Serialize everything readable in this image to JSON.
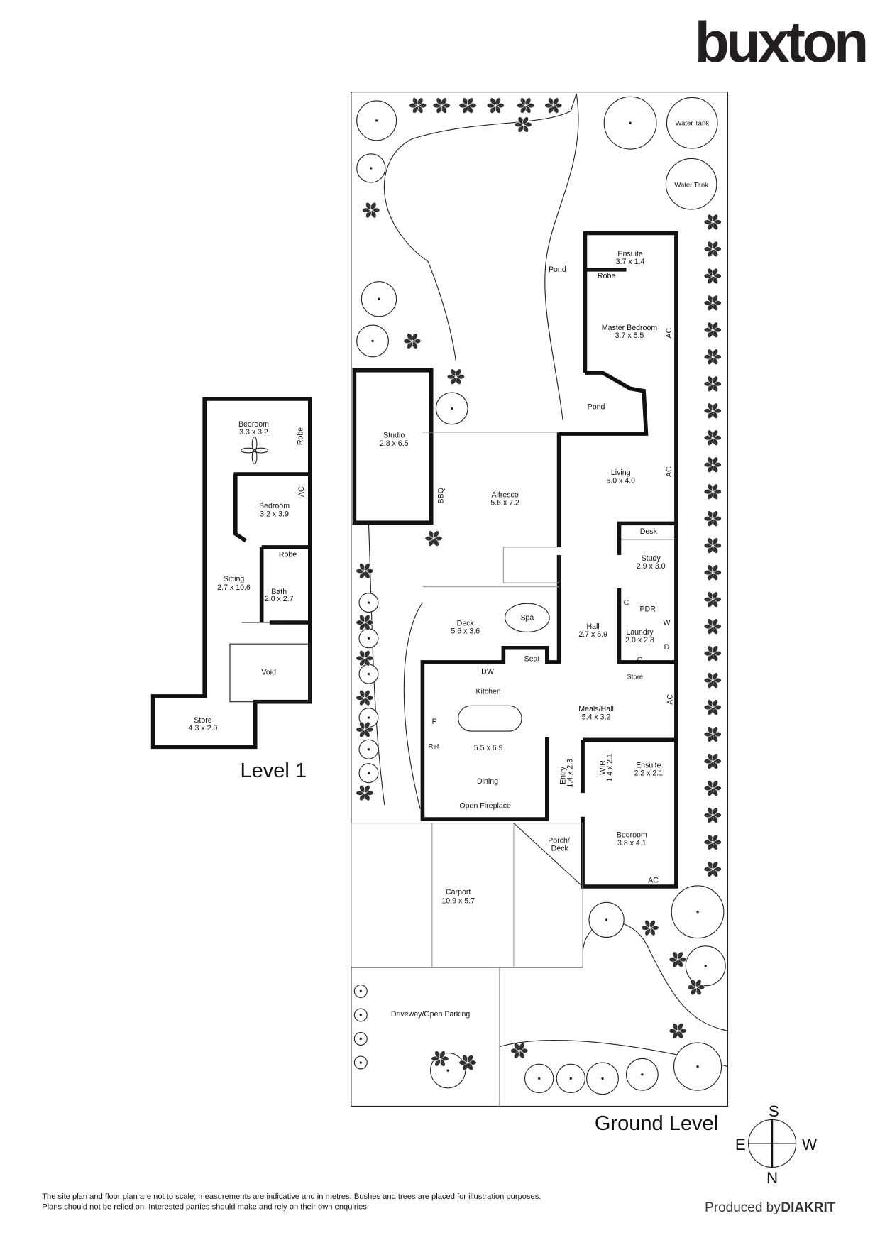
{
  "brand": {
    "logo_text": "buxton"
  },
  "ground_level": {
    "title": "Ground Level",
    "labels": [
      {
        "name": "Water Tank"
      },
      {
        "name": "Water Tank"
      },
      {
        "name": "Ensuite",
        "size": "3.7 x 1.4"
      },
      {
        "name": "Robe"
      },
      {
        "name": "Pond"
      },
      {
        "name": "Master Bedroom",
        "size": "3.7 x 5.5"
      },
      {
        "name": "AC"
      },
      {
        "name": "Pond"
      },
      {
        "name": "Studio",
        "size": "2.8 x 6.5"
      },
      {
        "name": "Alfresco",
        "size": "5.6 x 7.2"
      },
      {
        "name": "BBQ"
      },
      {
        "name": "Living",
        "size": "5.0 x 4.0"
      },
      {
        "name": "AC"
      },
      {
        "name": "Desk"
      },
      {
        "name": "Study",
        "size": "2.9 x 3.0"
      },
      {
        "name": "Spa"
      },
      {
        "name": "Deck",
        "size": "5.6 x 3.6"
      },
      {
        "name": "Hall",
        "size": "2.7 x 6.9"
      },
      {
        "name": "C"
      },
      {
        "name": "PDR"
      },
      {
        "name": "W"
      },
      {
        "name": "Laundry",
        "size": "2.0 x 2.8"
      },
      {
        "name": "D"
      },
      {
        "name": "C"
      },
      {
        "name": "Seat"
      },
      {
        "name": "DW"
      },
      {
        "name": "Store"
      },
      {
        "name": "Kitchen"
      },
      {
        "name": "Meals/Hall",
        "size": "5.4 x 3.2"
      },
      {
        "name": "AC"
      },
      {
        "name": "P"
      },
      {
        "name": "Ref"
      },
      {
        "name": "",
        "size": "5.5 x 6.9"
      },
      {
        "name": "Dining"
      },
      {
        "name": "Ensuite",
        "size": "2.2 x 2.1"
      },
      {
        "name": "WIR",
        "size": "1.4 x 2.1"
      },
      {
        "name": "Entry",
        "size": "1.4 x 2.3"
      },
      {
        "name": "Open Fireplace"
      },
      {
        "name": "Porch/",
        "size": "Deck"
      },
      {
        "name": "Bedroom",
        "size": "3.8 x 4.1"
      },
      {
        "name": "AC"
      },
      {
        "name": "Carport",
        "size": "10.9 x 5.7"
      },
      {
        "name": "Driveway/Open Parking"
      }
    ]
  },
  "level_1": {
    "title": "Level 1",
    "labels": [
      {
        "name": "Bedroom",
        "size": "3.3 x 3.2"
      },
      {
        "name": "Robe"
      },
      {
        "name": "AC"
      },
      {
        "name": "Bedroom",
        "size": "3.2 x 3.9"
      },
      {
        "name": "Robe"
      },
      {
        "name": "Sitting",
        "size": "2.7 x 10.6"
      },
      {
        "name": "Bath",
        "size": "2.0 x 2.7"
      },
      {
        "name": "Void"
      },
      {
        "name": "Store",
        "size": "4.3 x 2.0"
      }
    ]
  },
  "compass": {
    "north": "N",
    "south": "S",
    "east": "E",
    "west": "W"
  },
  "disclaimer": [
    "The site plan and floor plan are not to scale; measurements are indicative and in metres. Bushes and trees are placed for illustration purposes.",
    "Plans should not be relied on. Interested parties should make and rely on their own enquiries."
  ],
  "credit": {
    "prefix": "Produced by",
    "brand": "DIAKRIT"
  }
}
